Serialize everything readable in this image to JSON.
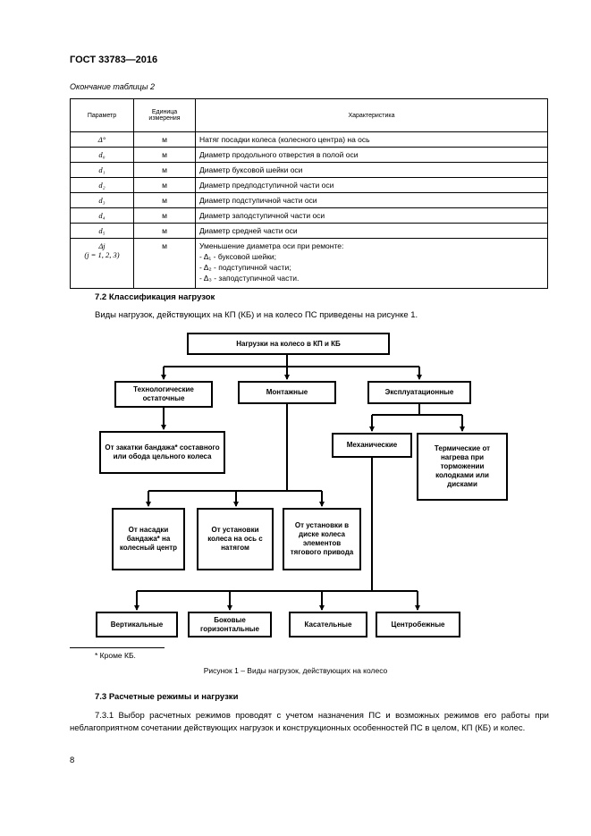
{
  "header": {
    "doc_title": "ГОСТ 33783—2016"
  },
  "table": {
    "caption": "Окончание таблицы 2",
    "headers": {
      "param": "Параметр",
      "unit": "Единица измерения",
      "char": "Характеристика"
    },
    "rows": [
      {
        "param": "Δ°",
        "unit": "м",
        "char": "Натяг посадки колеса (колесного центра) на ось"
      },
      {
        "param": "d₀",
        "unit": "м",
        "char": "Диаметр продольного отверстия в полой оси"
      },
      {
        "param": "d₁",
        "unit": "м",
        "char": "Диаметр буксовой шейки оси"
      },
      {
        "param": "d₂",
        "unit": "м",
        "char": "Диаметр предподступичной части оси"
      },
      {
        "param": "d₃",
        "unit": "м",
        "char": "Диаметр подступичной части оси"
      },
      {
        "param": "d₄",
        "unit": "м",
        "char": "Диаметр заподступичной части оси"
      },
      {
        "param": "d₅",
        "unit": "м",
        "char": "Диаметр средней части оси"
      }
    ],
    "last_row": {
      "param1": "Δj",
      "param2": "(j = 1, 2, 3)",
      "unit": "м",
      "line1": "Уменьшение диаметра оси при ремонте:",
      "line2": "- Δ₁ - буксовой шейки;",
      "line3": "- Δ₂ - подступичной части;",
      "line4": "- Δ₃ - заподступичной части."
    }
  },
  "section_7_2": {
    "heading": "7.2 Классификация нагрузок",
    "text": "Виды нагрузок, действующих на КП (КБ) и на колесо ПС приведены на рисунке 1."
  },
  "diagram": {
    "root": "Нагрузки на колесо в КП и КБ",
    "tech": "Технологические остаточные",
    "mount": "Монтажные",
    "oper": "Эксплуатационные",
    "banding": "От закатки бандажа* составного или обода цельного колеса",
    "mech": "Механические",
    "thermal": "Термические от нагрева при торможении колодками или дисками",
    "fit_band": "От насадки бандажа* на колесный центр",
    "fit_axle": "От установки колеса на ось с натягом",
    "gear": "От установки в диске колеса элементов тягового привода",
    "vertical": "Вертикальные",
    "lateral": "Боковые горизонтальные",
    "tangential": "Касательные",
    "centrifugal": "Центробежные"
  },
  "footnote": "*  Кроме КБ.",
  "figure_caption": "Рисунок 1 – Виды нагрузок, действующих на колесо",
  "section_7_3": {
    "heading": "7.3 Расчетные режимы и нагрузки",
    "text": "7.3.1 Выбор расчетных режимов проводят с учетом назначения ПС и возможных режимов его работы при неблагоприятном сочетании действующих нагрузок и конструкционных особенностей ПС в целом, КП (КБ) и колес."
  },
  "page_number": "8"
}
